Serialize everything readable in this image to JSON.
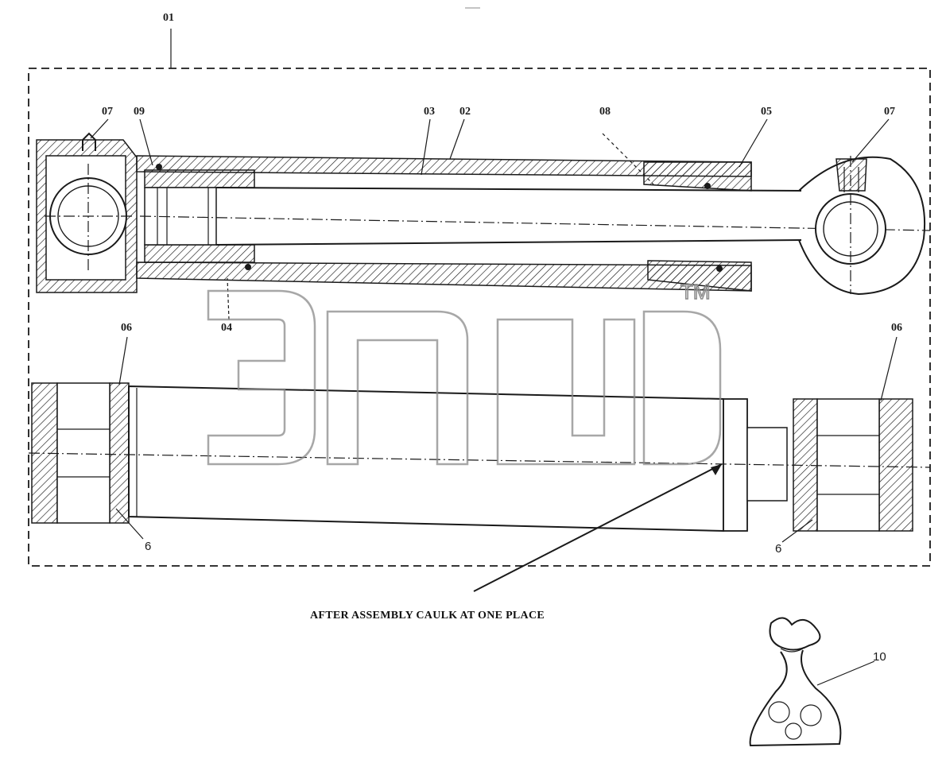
{
  "labels": {
    "assembly": "01",
    "tube": "02",
    "rod": "03",
    "seal_kit": "04",
    "gland": "05",
    "bushing": "06",
    "grease_fitting": "07",
    "part_08": "08",
    "piston": "09",
    "bag": "10",
    "bushing_callout": "6",
    "watermark_tm": "TM"
  },
  "note": "AFTER ASSEMBLY CAULK AT ONE PLACE"
}
